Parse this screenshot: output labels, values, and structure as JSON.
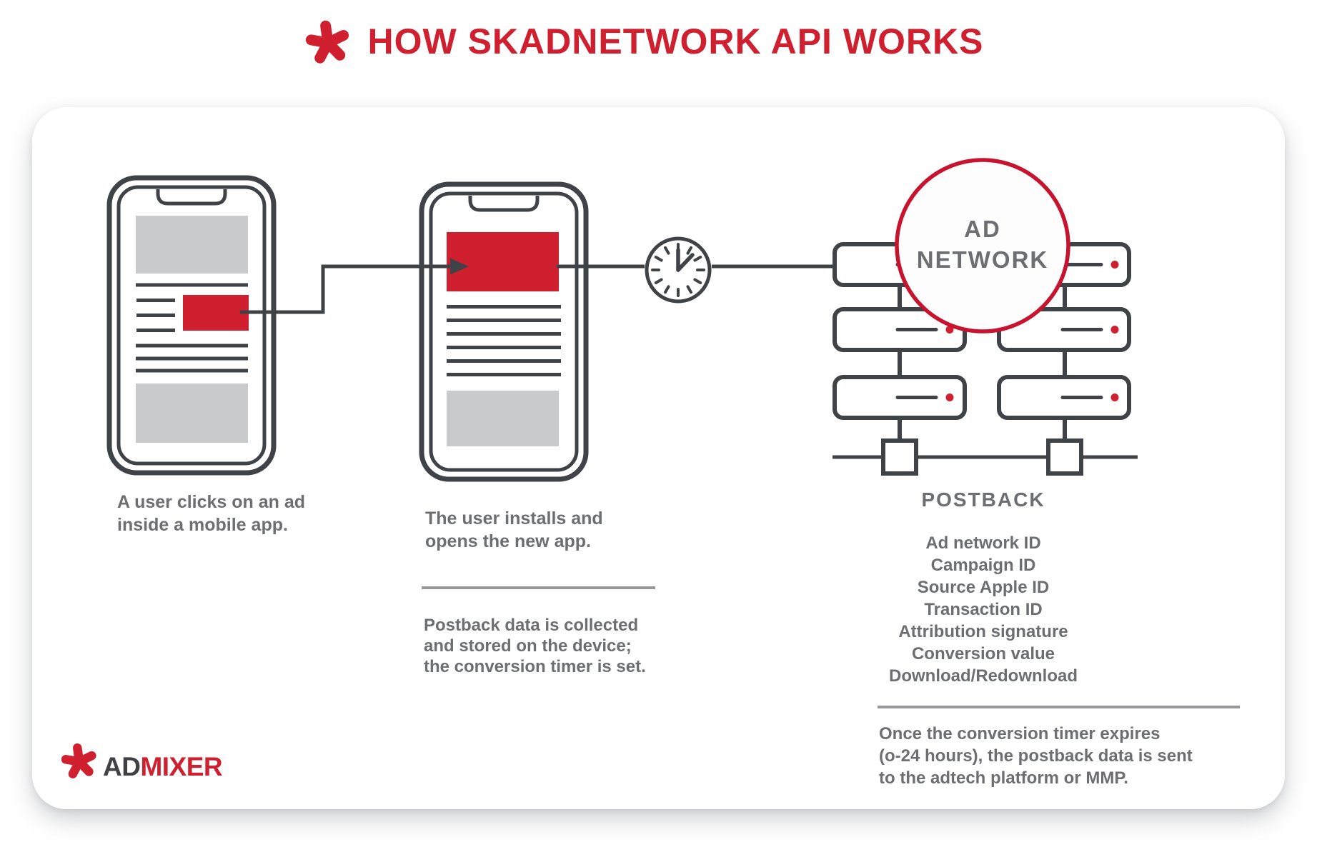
{
  "title": "HOW SKADNETWORK API WORKS",
  "colors": {
    "red": "#d0202f",
    "circle_red": "#c8122e",
    "dark": "#3f4347",
    "gray_block": "#c9cacb",
    "text_gray": "#6d6e71",
    "divider": "#97989a",
    "logo_dark": "#414045",
    "card_bg": "#ffffff"
  },
  "icons": {
    "title_asterisk": "red asterisk star",
    "step1_phone": "smartphone with ad inside app feed",
    "step2_phone": "smartphone with opened app banner",
    "timer_clock": "conversion timer clock",
    "server_rack": "ad network servers",
    "logo_asterisk": "admixer asterisk star"
  },
  "step1": {
    "caption_line1": "A user clicks on an ad",
    "caption_line2": "inside a mobile app."
  },
  "step2": {
    "caption_line1": "The user installs and",
    "caption_line2": "opens the new app.",
    "note_line1": "Postback data is collected",
    "note_line2": "and stored on the device;",
    "note_line3": "the conversion timer is set."
  },
  "ad_network": {
    "line1": "AD",
    "line2": "NETWORK"
  },
  "postback": {
    "heading": "POSTBACK",
    "items": [
      "Ad network ID",
      "Campaign ID",
      "Source Apple ID",
      "Transaction ID",
      "Attribution signature",
      "Conversion value",
      "Download/Redownload"
    ],
    "note_line1": "Once the conversion timer expires",
    "note_line2": "(o-24 hours), the postback data is sent",
    "note_line3": "to the adtech platform or MMP."
  },
  "logo": {
    "part1": "AD",
    "part2": "MIXER"
  }
}
